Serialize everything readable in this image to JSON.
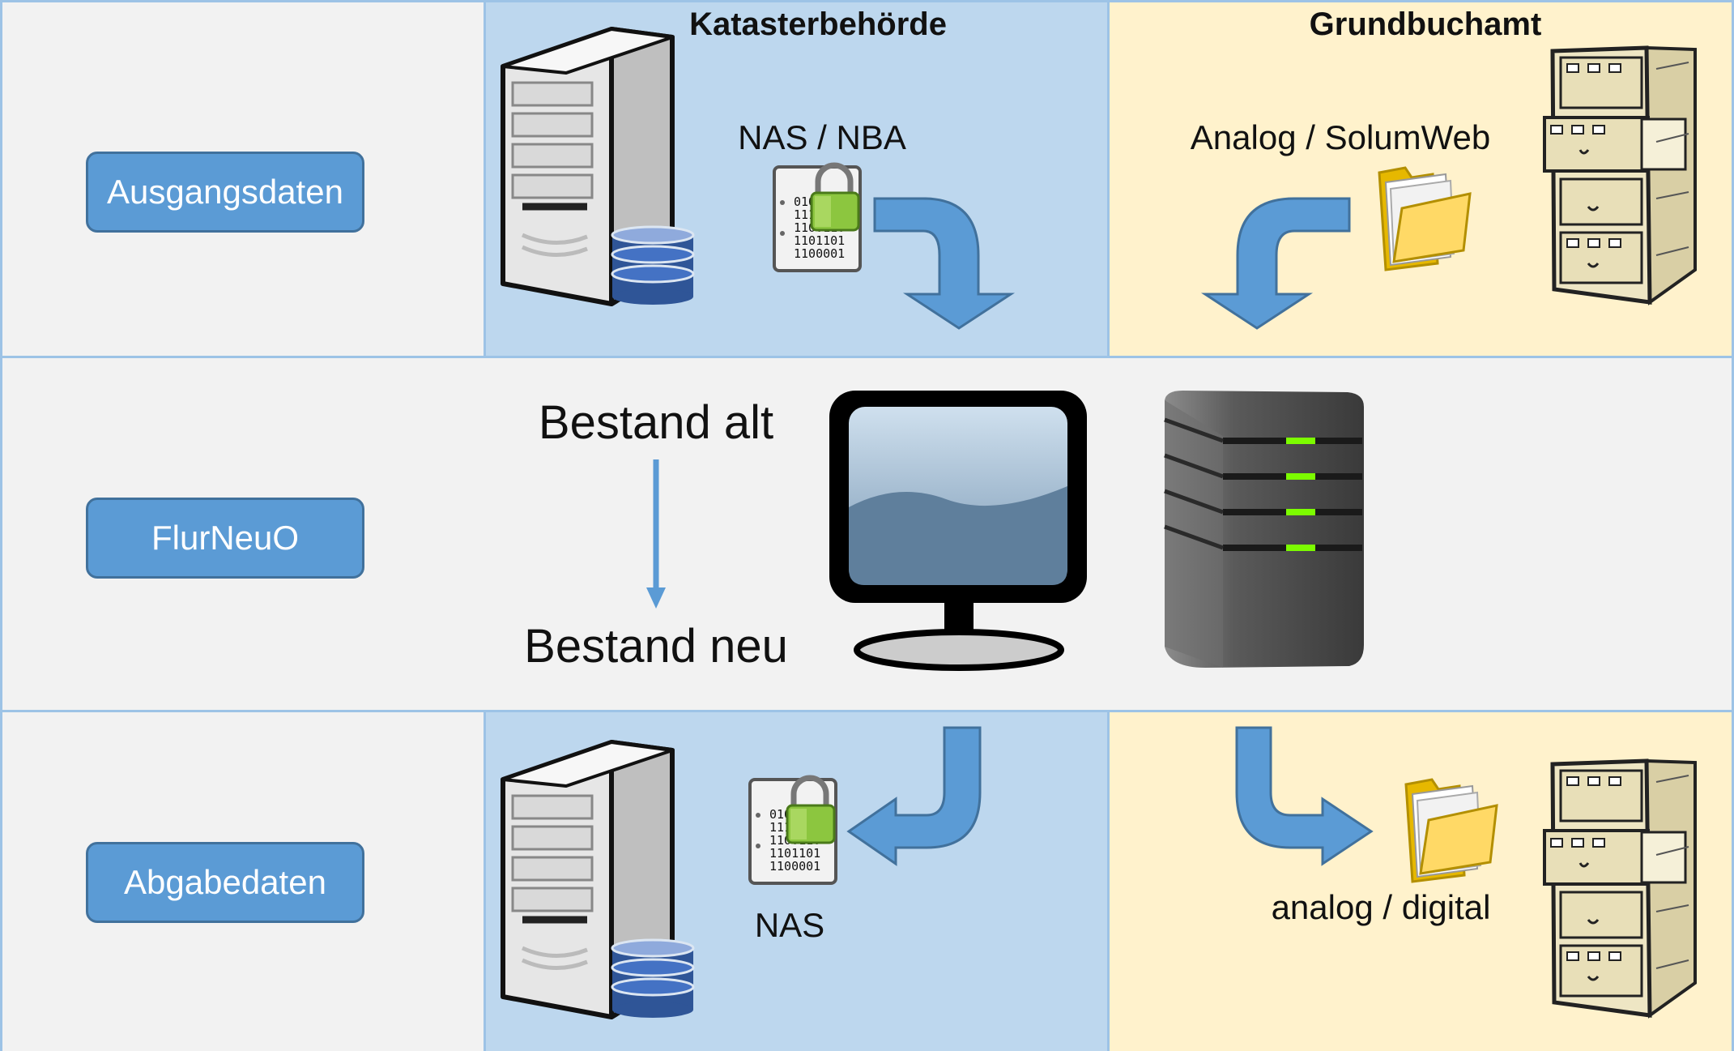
{
  "columns": {
    "kataster": "Katasterbehörde",
    "grundbuch": "Grundbuchamt"
  },
  "rows": {
    "ausgang": "Ausgangsdaten",
    "flurneuo": "FlurNeuO",
    "abgabe": "Abgabedaten"
  },
  "labels": {
    "nas_nba": "NAS / NBA",
    "analog_solumweb": "Analog / SolumWeb",
    "bestand_alt": "Bestand alt",
    "bestand_neu": "Bestand neu",
    "nas": "NAS",
    "analog_digital": "analog / digital"
  },
  "file_icon_text": [
    "010",
    "111",
    "1100110",
    "1101101",
    "1100001"
  ],
  "colors": {
    "accent_blue": "#5b9bd5",
    "kataster_bg": "#bdd7ee",
    "grundbuch_bg": "#fff2cc",
    "neutral_bg": "#f2f2f2",
    "led_green": "#7cfc00"
  },
  "icons": {
    "server_tower": "server-tower-icon",
    "database": "database-icon",
    "locked_file": "locked-data-file-icon",
    "folder": "folder-icon",
    "filing_cabinet": "filing-cabinet-icon",
    "monitor": "monitor-icon",
    "rack_server": "rack-server-icon"
  }
}
